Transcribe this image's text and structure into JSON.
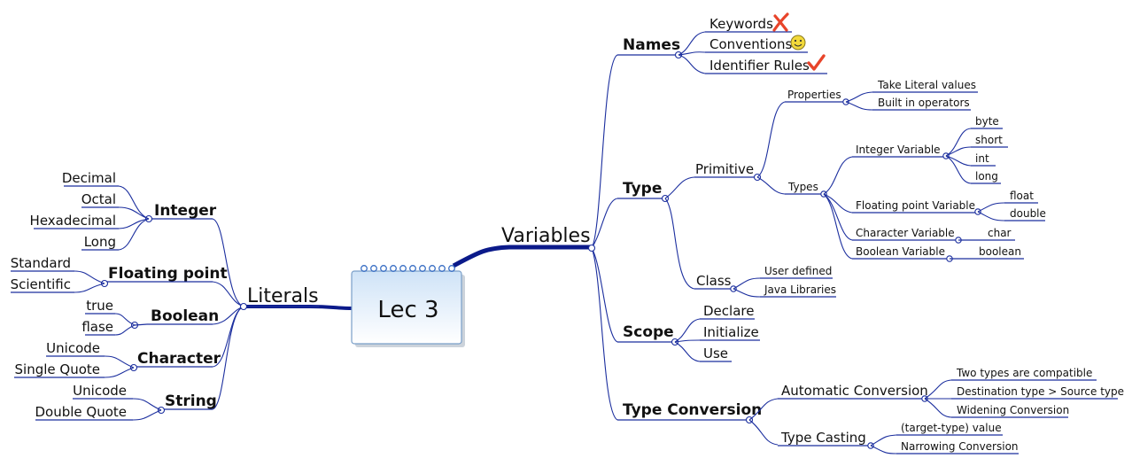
{
  "central": "Lec 3",
  "literals": {
    "label": "Literals",
    "integer": {
      "label": "Integer",
      "items": [
        "Decimal",
        "Octal",
        "Hexadecimal",
        "Long"
      ]
    },
    "floating": {
      "label": "Floating point",
      "items": [
        "Standard",
        "Scientific"
      ]
    },
    "boolean": {
      "label": "Boolean",
      "items": [
        "true",
        "flase"
      ]
    },
    "character": {
      "label": "Character",
      "items": [
        "Unicode",
        "Single Quote"
      ]
    },
    "string": {
      "label": "String",
      "items": [
        "Unicode",
        "Double Quote"
      ]
    }
  },
  "variables": {
    "label": "Variables",
    "names": {
      "label": "Names",
      "items": [
        "Keywords",
        "Conventions",
        "Identifier Rules"
      ],
      "marker_icons": [
        "cross-mark-icon",
        "smiley-icon",
        "check-mark-icon"
      ]
    },
    "type": {
      "label": "Type",
      "primitive": {
        "label": "Primitive",
        "properties": {
          "label": "Properties",
          "items": [
            "Take Literal values",
            "Built in operators"
          ]
        },
        "types": {
          "label": "Types",
          "integer": {
            "label": "Integer Variable",
            "items": [
              "byte",
              "short",
              "int",
              "long"
            ]
          },
          "floating": {
            "label": "Floating point Variable",
            "items": [
              "float",
              "double"
            ]
          },
          "character": {
            "label": "Character Variable",
            "items": [
              "char"
            ]
          },
          "boolean": {
            "label": "Boolean Variable",
            "items": [
              "boolean"
            ]
          }
        }
      },
      "class": {
        "label": "Class",
        "items": [
          "User defined",
          "Java Libraries"
        ]
      }
    },
    "scope": {
      "label": "Scope",
      "items": [
        "Declare",
        "Initialize",
        "Use"
      ]
    },
    "conversion": {
      "label": "Type Conversion",
      "automatic": {
        "label": "Automatic Conversion",
        "items": [
          "Two types are compatible",
          "Destination type > Source type",
          "Widening Conversion"
        ]
      },
      "casting": {
        "label": "Type Casting",
        "items": [
          "(target-type) value",
          "Narrowing Conversion"
        ]
      }
    }
  },
  "colors": {
    "line": "#1b2e9e",
    "card_border": "#7a9fc9",
    "card_top": "#b9d6f2",
    "card_bottom": "#ffffff",
    "rings": "#3a6fc4",
    "cross": "#e8442a",
    "check": "#e8442a",
    "smiley": "#f2d93a"
  }
}
